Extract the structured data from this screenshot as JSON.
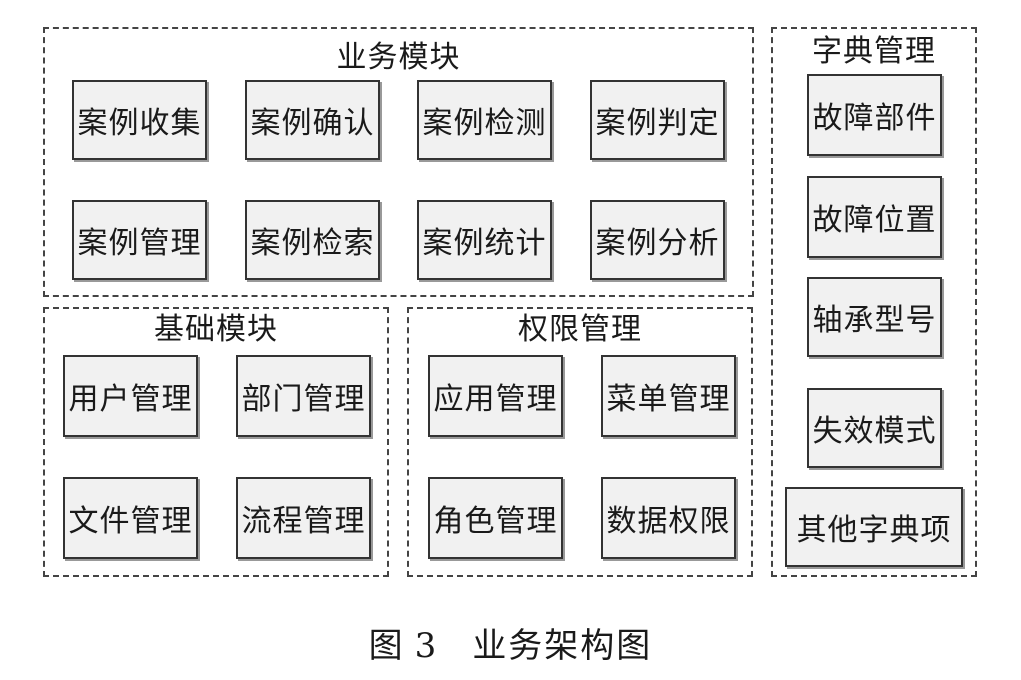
{
  "business": {
    "title": "业务模块",
    "items": [
      "案例收集",
      "案例确认",
      "案例检测",
      "案例判定",
      "案例管理",
      "案例检索",
      "案例统计",
      "案例分析"
    ]
  },
  "basic": {
    "title": "基础模块",
    "items": [
      "用户管理",
      "部门管理",
      "文件管理",
      "流程管理"
    ]
  },
  "permission": {
    "title": "权限管理",
    "items": [
      "应用管理",
      "菜单管理",
      "角色管理",
      "数据权限"
    ]
  },
  "dictionary": {
    "title": "字典管理",
    "items": [
      "故障部件",
      "故障位置",
      "轴承型号",
      "失效模式",
      "其他字典项"
    ]
  },
  "caption": {
    "label": "图",
    "number": "3",
    "title": "业务架构图"
  }
}
